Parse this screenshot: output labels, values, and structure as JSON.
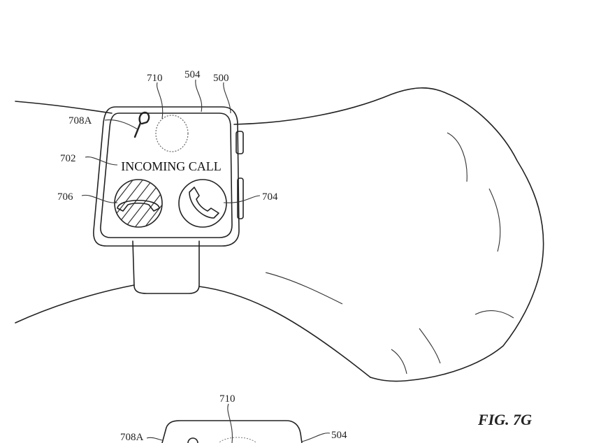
{
  "figure": {
    "caption": "FIG. 7G",
    "screen_text": "INCOMING CALL",
    "labels": {
      "sensor_region": "710",
      "display": "504",
      "device": "500",
      "indicator": "708A",
      "notification": "702",
      "decline": "706",
      "accept": "704"
    },
    "lower_view": {
      "sensor_region": "710",
      "display": "504",
      "indicator": "708A"
    }
  }
}
